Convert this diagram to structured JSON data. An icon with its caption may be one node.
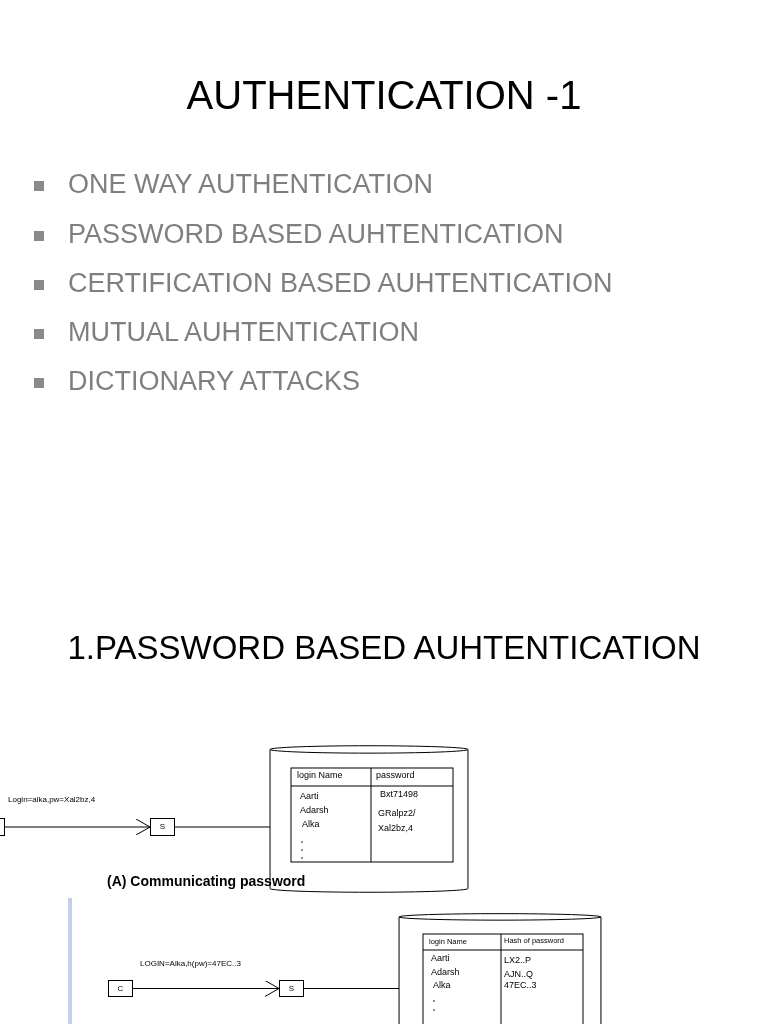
{
  "diagram": {
    "title": "AUTHENTICATION -1",
    "nodes": [
      {
        "text": [],
        "shape": "box"
      },
      {
        "text": [
          "S"
        ]
      },
      {
        "text": [],
        "shape": "cylinder"
      },
      {
        "text": [
          "C"
        ]
      },
      {
        "text": [
          "S"
        ]
      },
      {
        "text": [],
        "shape": "cylinder"
      }
    ],
    "edges": [
      {
        "from": 0,
        "to": 1,
        "arrow": "to",
        "label": "Login=alka,pw=Xal2bz,4"
      },
      {
        "from": 1,
        "to": 2,
        "arrow": "none"
      },
      {
        "from": 3,
        "to": 4,
        "arrow": "to",
        "label": "LOGIN=Alka,h(pw)=47EC..3"
      },
      {
        "from": 4,
        "to": 5,
        "arrow": "none"
      }
    ],
    "labels": [
      "ONE WAY AUTHENTICATION",
      "PASSWORD BASED AUHTENTICATION",
      "CERTIFICATION BASED AUHTENTICATION",
      "MUTUAL AUHTENTICATION",
      "DICTIONARY ATTACKS",
      "1.PASSWORD BASED AUHTENTICATION",
      "login Name",
      "password",
      "Aarti",
      "Bxt71498",
      "Adarsh",
      "GRalpz2/",
      "Alka",
      "Xal2bz,4",
      "(A) Communicating password",
      "login Name",
      "Hash of password",
      "Aarti",
      "LX2..P",
      "Adarsh",
      "AJN..Q",
      "Alka",
      "47EC..3"
    ]
  }
}
